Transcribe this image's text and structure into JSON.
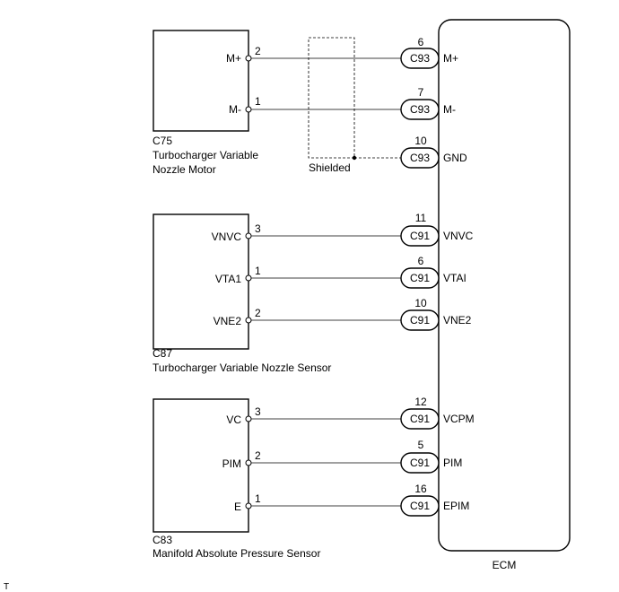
{
  "components": [
    {
      "code": "C75",
      "name_lines": [
        "Turbocharger Variable",
        "Nozzle Motor"
      ],
      "pins": [
        {
          "label": "M+",
          "pin": "2",
          "ecm_pin": "6",
          "connector": "C93",
          "ecm_label": "M+"
        },
        {
          "label": "M-",
          "pin": "1",
          "ecm_pin": "7",
          "connector": "C93",
          "ecm_label": "M-"
        }
      ]
    },
    {
      "code": "C87",
      "name_lines": [
        "Turbocharger Variable Nozzle Sensor"
      ],
      "pins": [
        {
          "label": "VNVC",
          "pin": "3",
          "ecm_pin": "11",
          "connector": "C91",
          "ecm_label": "VNVC"
        },
        {
          "label": "VTA1",
          "pin": "1",
          "ecm_pin": "6",
          "connector": "C91",
          "ecm_label": "VTAI"
        },
        {
          "label": "VNE2",
          "pin": "2",
          "ecm_pin": "10",
          "connector": "C91",
          "ecm_label": "VNE2"
        }
      ]
    },
    {
      "code": "C83",
      "name_lines": [
        "Manifold Absolute Pressure Sensor"
      ],
      "pins": [
        {
          "label": "VC",
          "pin": "3",
          "ecm_pin": "12",
          "connector": "C91",
          "ecm_label": "VCPM"
        },
        {
          "label": "PIM",
          "pin": "2",
          "ecm_pin": "5",
          "connector": "C91",
          "ecm_label": "PIM"
        },
        {
          "label": "E",
          "pin": "1",
          "ecm_pin": "16",
          "connector": "C91",
          "ecm_label": "EPIM"
        }
      ]
    }
  ],
  "ground": {
    "ecm_pin": "10",
    "connector": "C93",
    "ecm_label": "GND"
  },
  "shield_label": "Shielded",
  "ecm_label": "ECM",
  "corner_mark": "T"
}
